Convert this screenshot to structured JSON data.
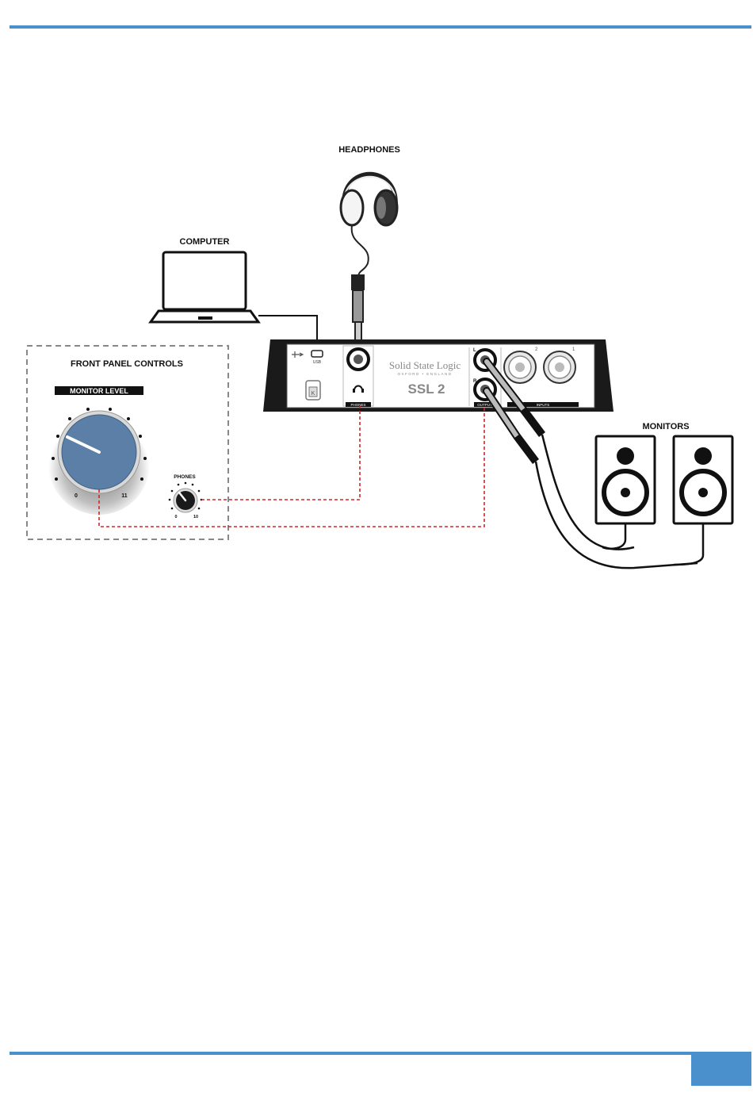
{
  "labels": {
    "headphones": "HEADPHONES",
    "computer": "COMPUTER",
    "front_panel": "FRONT PANEL CONTROLS",
    "monitor_level": "MONITOR LEVEL",
    "monitors": "MONITORS",
    "phones_knob": "PHONES",
    "monitor_min": "0",
    "monitor_max": "11",
    "phones_min": "0",
    "phones_max": "10"
  },
  "device": {
    "brand": "Solid State Logic",
    "tagline": "OXFORD • ENGLAND",
    "model": "SSL 2",
    "usb_label": "USB",
    "phones_label": "PHONES",
    "outputs_label": "OUTPUTS",
    "inputs_label": "INPUTS",
    "out_left": "L",
    "out_right": "R",
    "input_2": "2",
    "input_1": "1"
  },
  "colors": {
    "rule": "#4a90cc",
    "knob": "#5b7fa6",
    "signal": "#d0262b",
    "page_box": "#4a90cc"
  }
}
